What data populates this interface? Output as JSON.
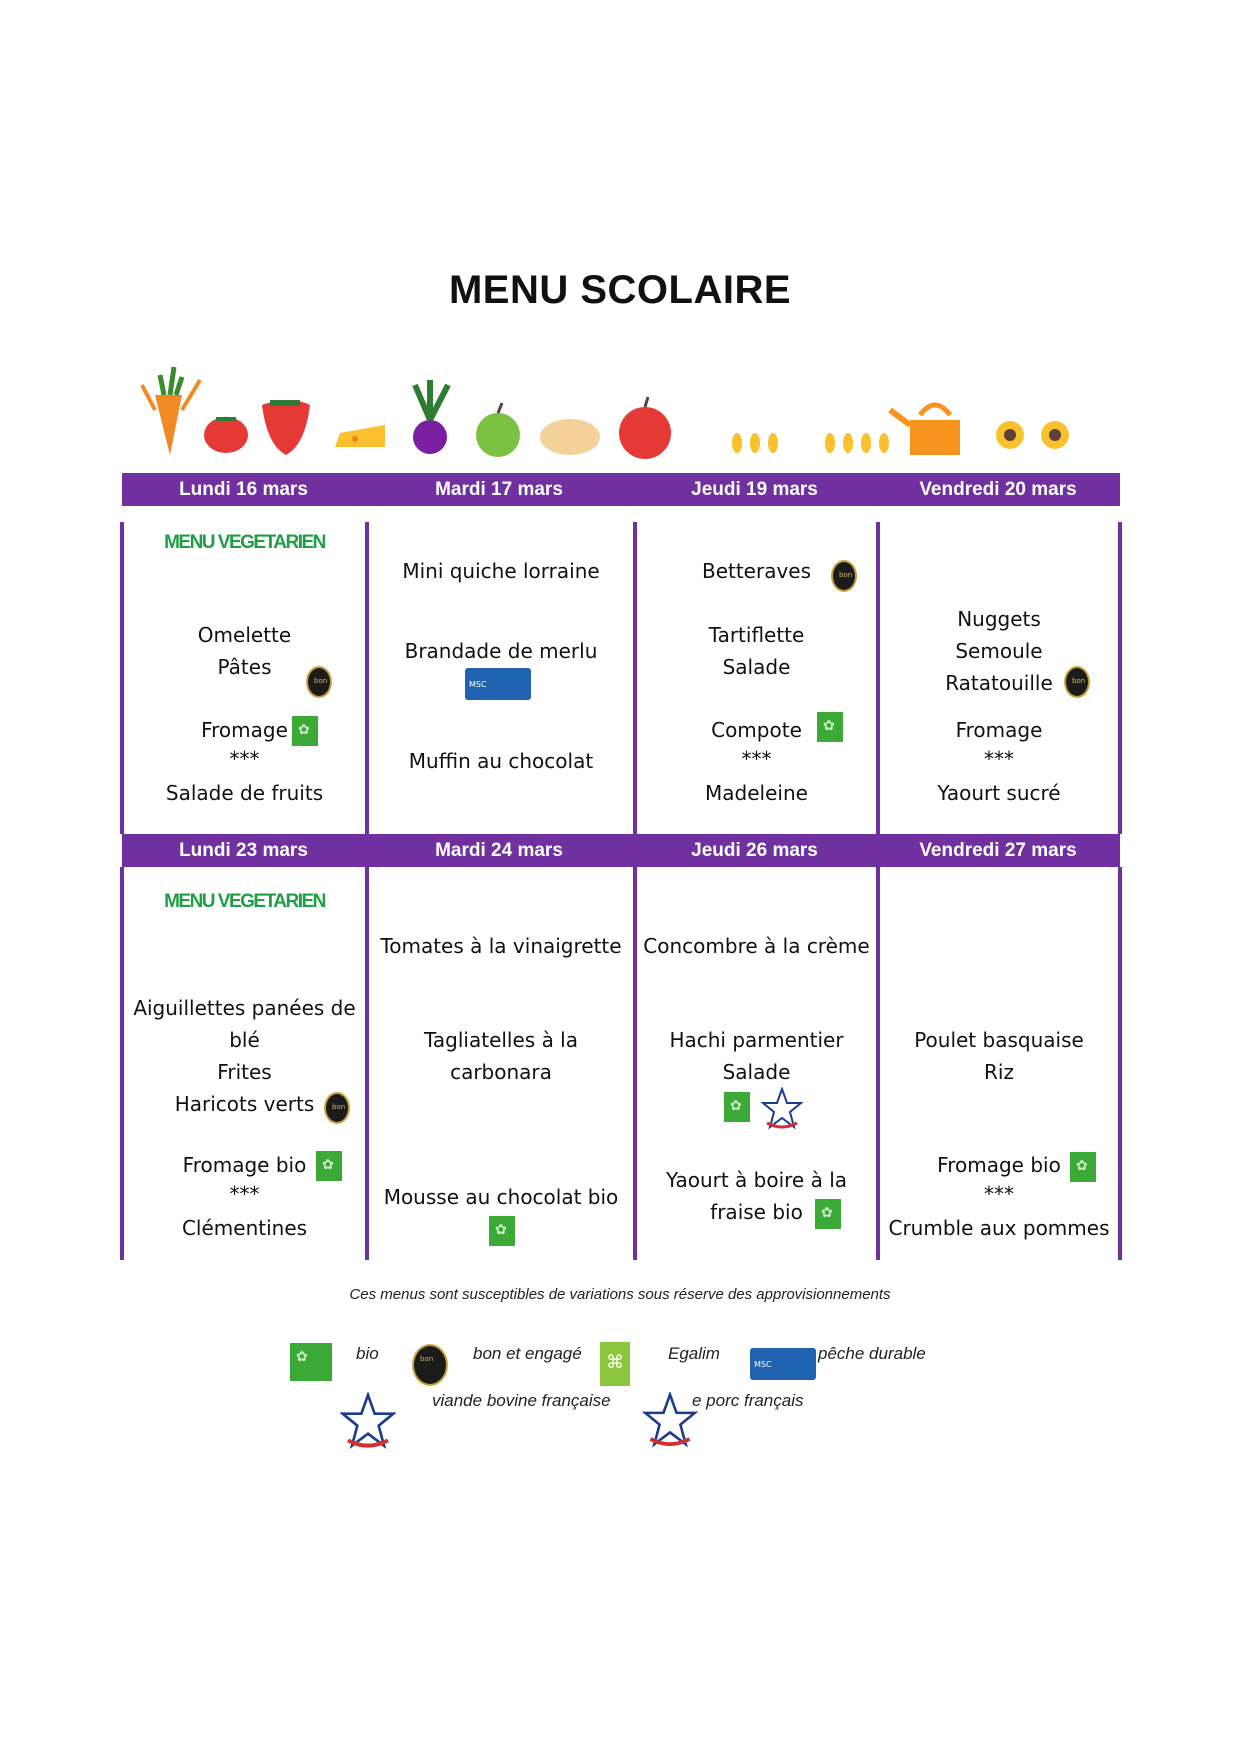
{
  "title": "MENU SCOLAIRE",
  "week1": {
    "days": [
      "Lundi 16 mars",
      "Mardi 17 mars",
      "Jeudi 19 mars",
      "Vendredi 20 mars"
    ],
    "monday": {
      "tag": "MENU VEGETARIEN",
      "l1": "Omelette",
      "l2": "Pâtes",
      "l3": "Fromage",
      "l4": "***",
      "l5": "Salade de fruits"
    },
    "tuesday": {
      "l1": "Mini quiche lorraine",
      "l2": "Brandade de merlu",
      "l3": "Muffin au chocolat"
    },
    "thursday": {
      "l1": "Betteraves",
      "l2": "Tartiflette",
      "l3": "Salade",
      "l4": "Compote",
      "l5": "***",
      "l6": "Madeleine"
    },
    "friday": {
      "l1": "Nuggets",
      "l2": "Semoule",
      "l3": "Ratatouille",
      "l4": "Fromage",
      "l5": "***",
      "l6": "Yaourt sucré"
    }
  },
  "week2": {
    "days": [
      "Lundi 23 mars",
      "Mardi 24 mars",
      "Jeudi 26 mars",
      "Vendredi 27 mars"
    ],
    "monday": {
      "tag": "MENU VEGETARIEN",
      "l1": "Aiguillettes panées de",
      "l2": "blé",
      "l3": "Frites",
      "l4": "Haricots verts",
      "l5": "Fromage bio",
      "l6": "***",
      "l7": "Clémentines"
    },
    "tuesday": {
      "l1": "Tomates à la vinaigrette",
      "l2": "Tagliatelles à la",
      "l3": "carbonara",
      "l4": "Mousse au chocolat bio"
    },
    "thursday": {
      "l1": "Concombre à la crème",
      "l2": "Hachi parmentier",
      "l3": "Salade",
      "l4": "Yaourt à boire à la",
      "l5": "fraise bio"
    },
    "friday": {
      "l1": "Poulet basquaise",
      "l2": "Riz",
      "l3": "Fromage bio",
      "l4": "***",
      "l5": "Crumble aux pommes"
    }
  },
  "note": "Ces menus sont susceptibles de variations sous réserve des approvisionnements",
  "legend": {
    "bio": "bio",
    "bon": "bon et engagé",
    "egalim": "Egalim",
    "peche": "pêche durable",
    "viande": "viande bovine française",
    "porc": "e porc français"
  },
  "colors": {
    "header": "#7030a0",
    "vegetarian": "#1f9e45",
    "bio": "#3aa935"
  }
}
